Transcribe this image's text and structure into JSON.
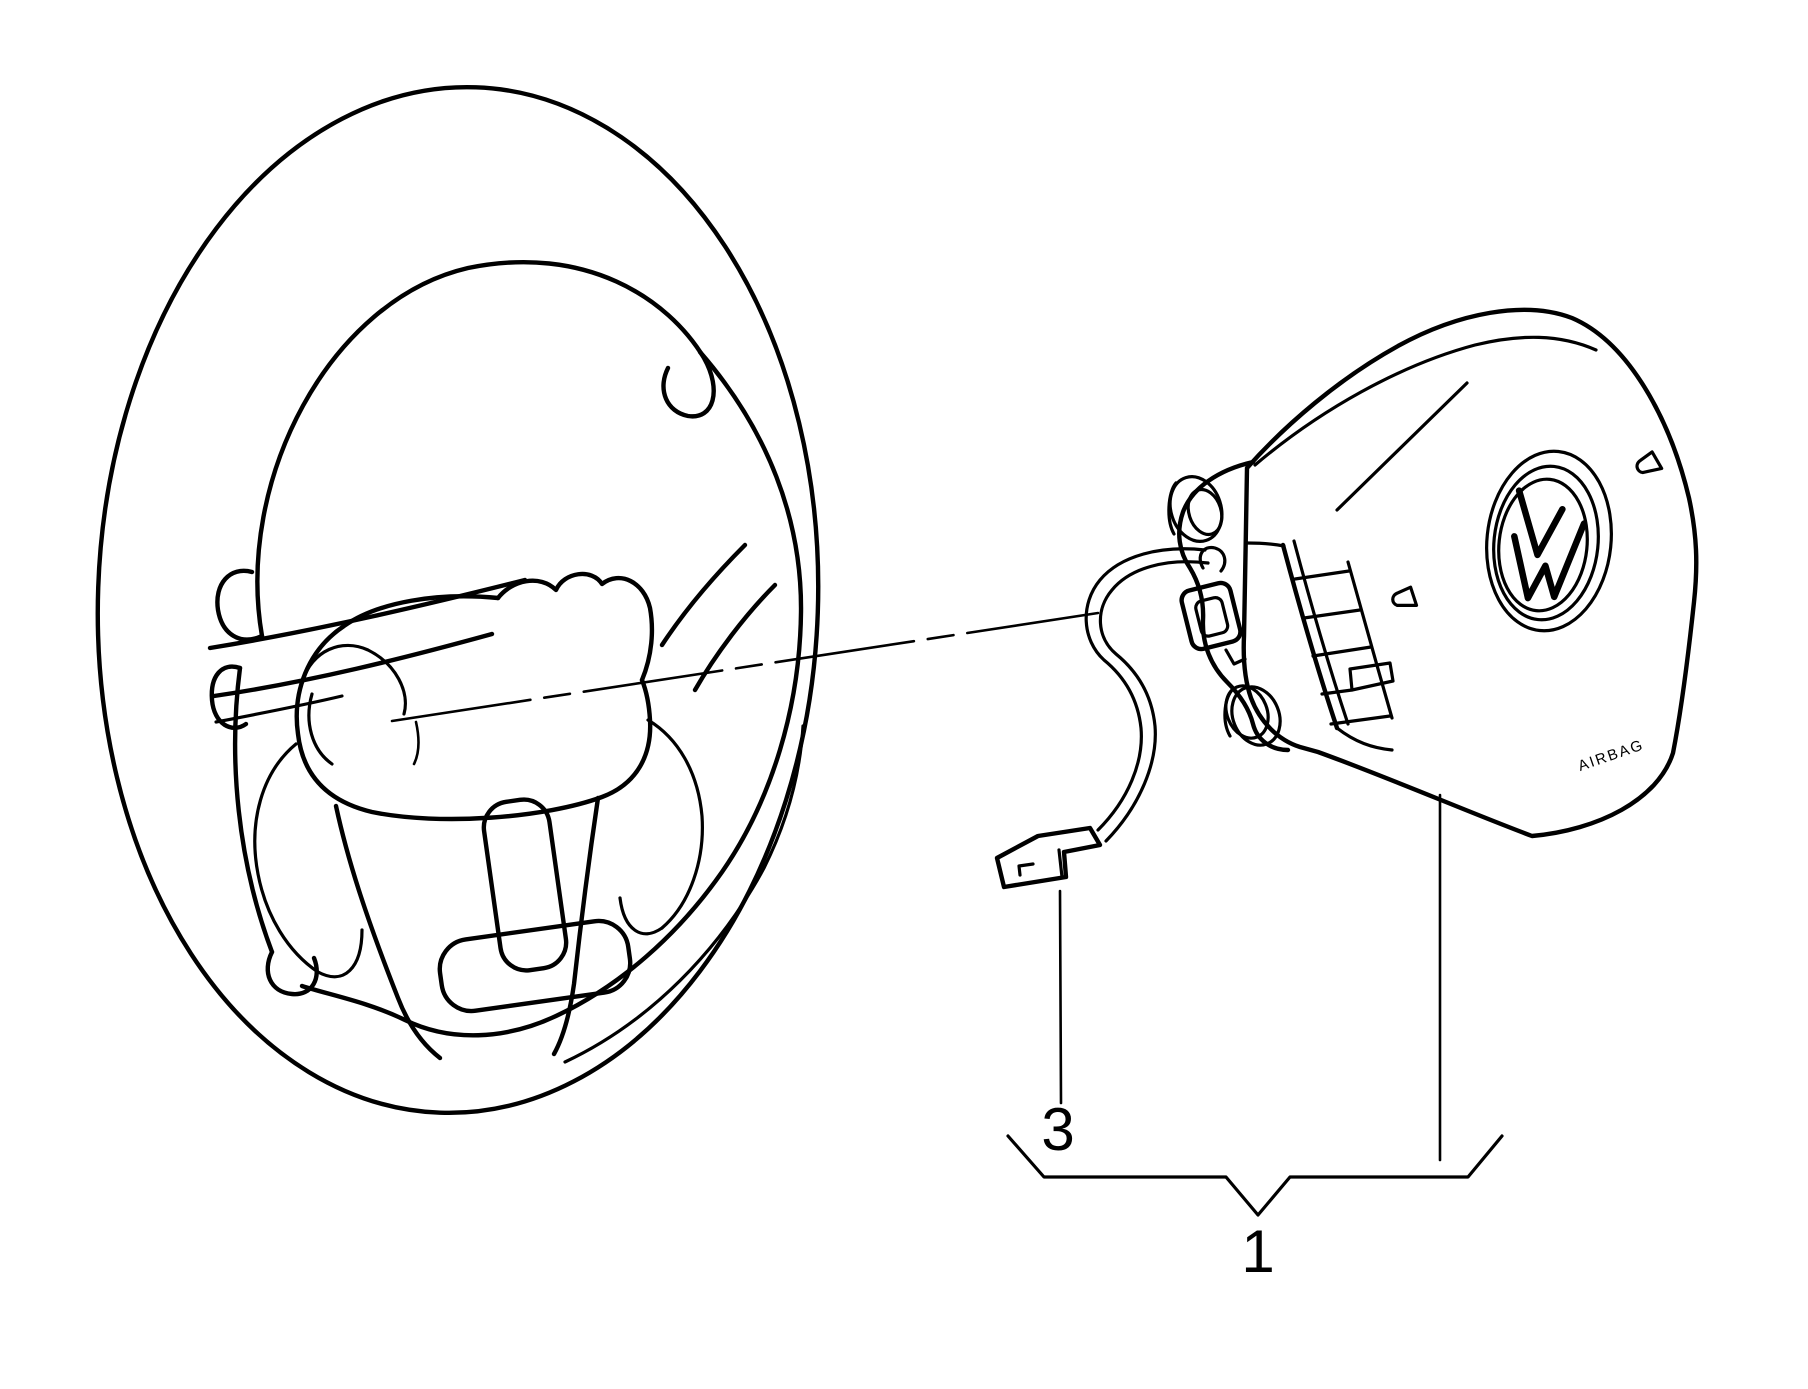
{
  "diagram": {
    "type": "parts-diagram",
    "background_color": "#ffffff",
    "line_color": "#000000",
    "steering_wheel": {
      "part": "steering-wheel-outline"
    },
    "airbag": {
      "cover_text": "AIRBAG",
      "emblem_icon": "vw-logo-icon",
      "horn_icon_count": 2
    },
    "callouts": {
      "connector": {
        "label": "3"
      },
      "airbag_unit": {
        "label": "1"
      }
    }
  }
}
